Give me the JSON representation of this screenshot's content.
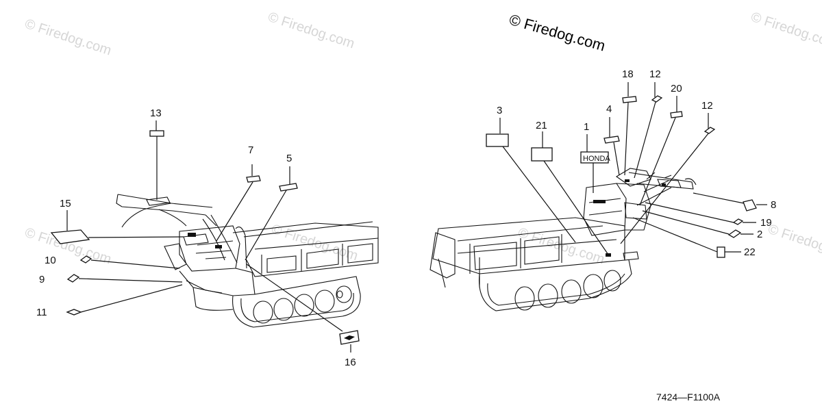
{
  "watermark": {
    "main": "© Firedog.com",
    "faint": "© Firedog.com"
  },
  "diagram_code": "7424—F1100A",
  "left_view": {
    "callouts": [
      "13",
      "7",
      "5",
      "15",
      "10",
      "9",
      "11",
      "16"
    ]
  },
  "right_view": {
    "callouts": [
      "18",
      "12",
      "20",
      "4",
      "3",
      "21",
      "1",
      "12",
      "8",
      "19",
      "2",
      "22"
    ],
    "label_decal_text": "HONDA"
  }
}
